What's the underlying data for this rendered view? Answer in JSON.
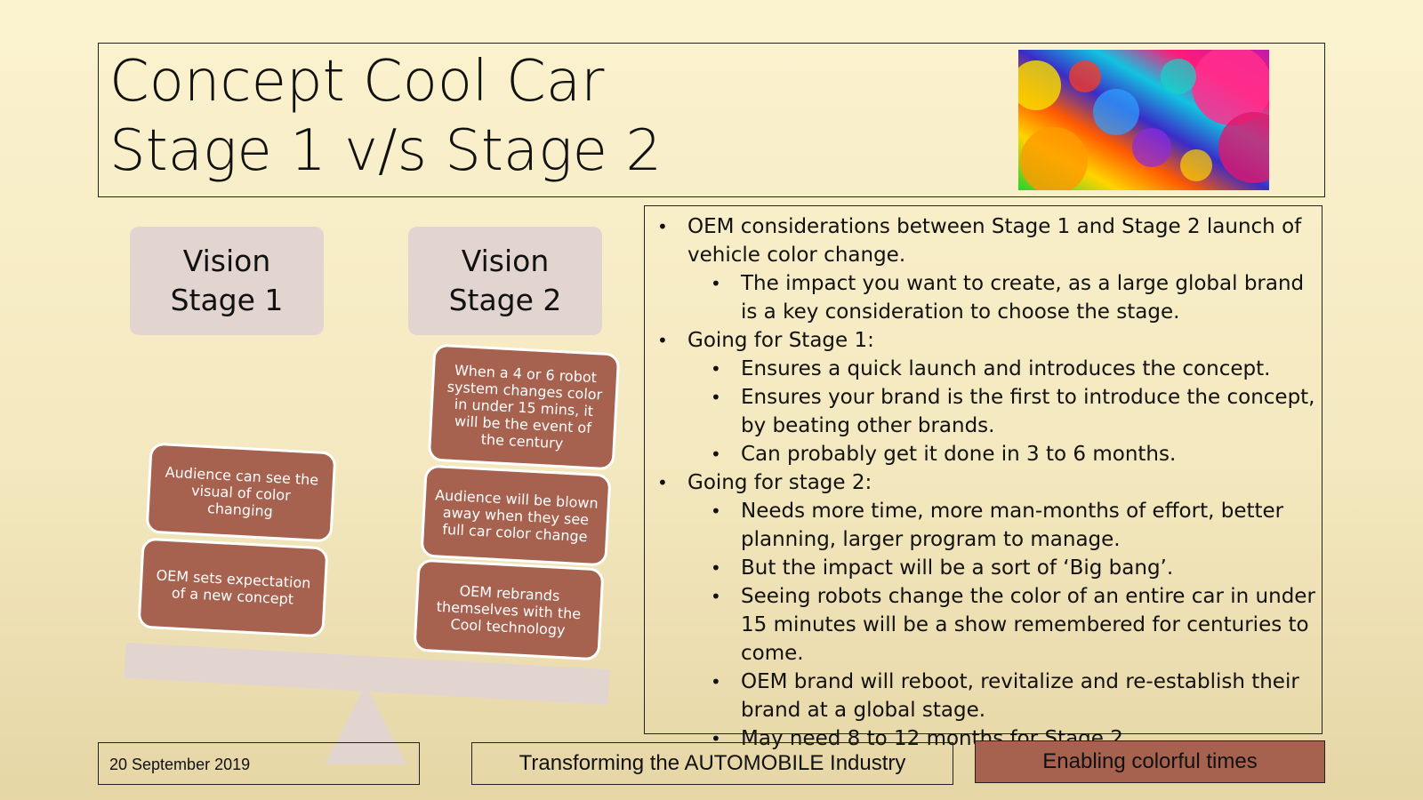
{
  "title": {
    "line1": "Concept Cool Car",
    "line2": "Stage 1 v/s Stage 2"
  },
  "image": {
    "icon": "colorful-fractal-image"
  },
  "vision": [
    {
      "line1": "Vision",
      "line2": "Stage 1"
    },
    {
      "line1": "Vision",
      "line2": "Stage 2"
    }
  ],
  "stage1_cards": [
    "Audience can see the visual of color changing",
    "OEM sets expectation of a new concept"
  ],
  "stage2_cards": [
    "When a 4 or 6 robot system changes color in under 15 mins, it will be the event of the century",
    "Audience will be blown away when they see full car color change",
    "OEM rebrands themselves with the Cool technology"
  ],
  "bullets": [
    {
      "level": 1,
      "text": "OEM considerations between Stage 1 and Stage 2 launch of vehicle color change."
    },
    {
      "level": 2,
      "text": "The impact you want to create, as a large global brand is a key consideration to choose the stage."
    },
    {
      "level": 1,
      "text": "Going for Stage 1:"
    },
    {
      "level": 2,
      "text": "Ensures a quick launch and introduces the concept."
    },
    {
      "level": 2,
      "text": "Ensures your brand is the first to introduce the concept, by beating other brands."
    },
    {
      "level": 2,
      "text": "Can probably get it done in 3 to 6 months."
    },
    {
      "level": 1,
      "text": "Going for stage 2:"
    },
    {
      "level": 2,
      "text": "Needs more time, more man-months of effort, better planning, larger program to manage."
    },
    {
      "level": 2,
      "text": "But the impact will be a sort of ‘Big bang’."
    },
    {
      "level": 2,
      "text": "Seeing robots change the color of an entire car in under 15 minutes will be a show remembered for centuries to come."
    },
    {
      "level": 2,
      "text": "OEM brand will reboot, revitalize and re-establish their brand at a global stage."
    },
    {
      "level": 2,
      "text": "May need 8 to 12 months for Stage 2."
    }
  ],
  "footer": {
    "date": "20 September 2019",
    "center": "Transforming the AUTOMOBILE Industry",
    "right": "Enabling colorful times"
  },
  "colors": {
    "card": "#a6614f",
    "vision_box": "#e2d5cf",
    "background": "#f6ecc4"
  }
}
